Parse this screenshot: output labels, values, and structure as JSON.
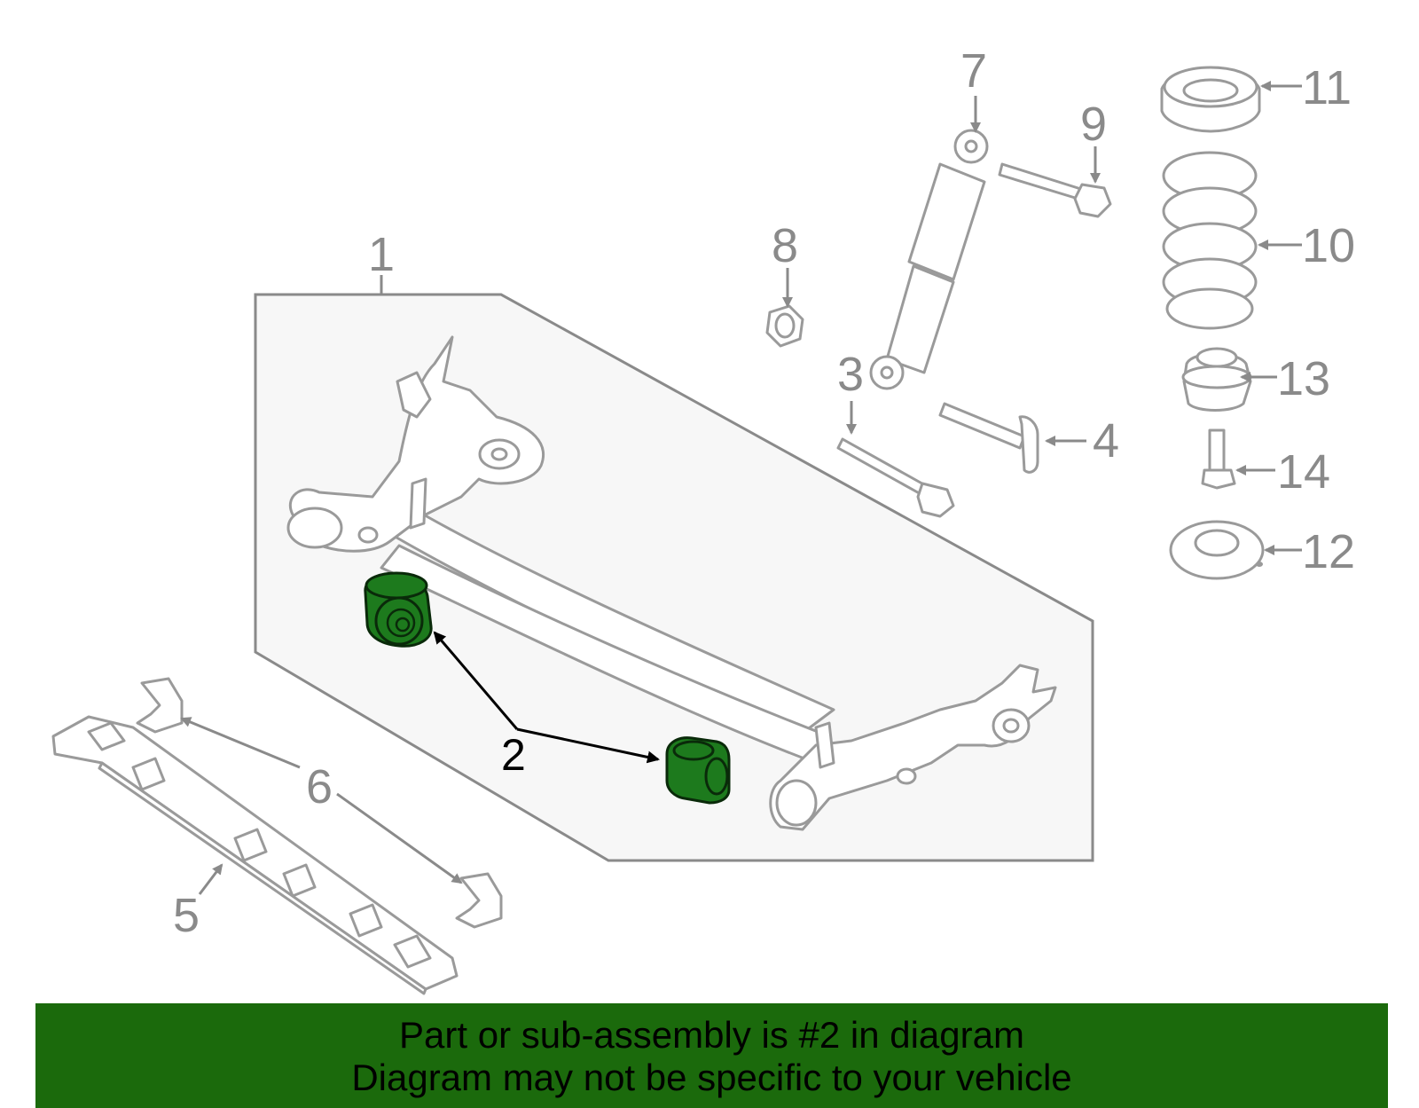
{
  "callouts": {
    "c1": "1",
    "c2": "2",
    "c3": "3",
    "c4": "4",
    "c5": "5",
    "c6": "6",
    "c7": "7",
    "c8": "8",
    "c9": "9",
    "c10": "10",
    "c11": "11",
    "c12": "12",
    "c13": "13",
    "c14": "14"
  },
  "highlight": {
    "part_number": "2",
    "color": "#1d7a1d"
  },
  "banner": {
    "line1": "Part or sub-assembly is #2 in diagram",
    "line2": "Diagram may not be specific to your vehicle",
    "background": "#1b6a0c"
  }
}
